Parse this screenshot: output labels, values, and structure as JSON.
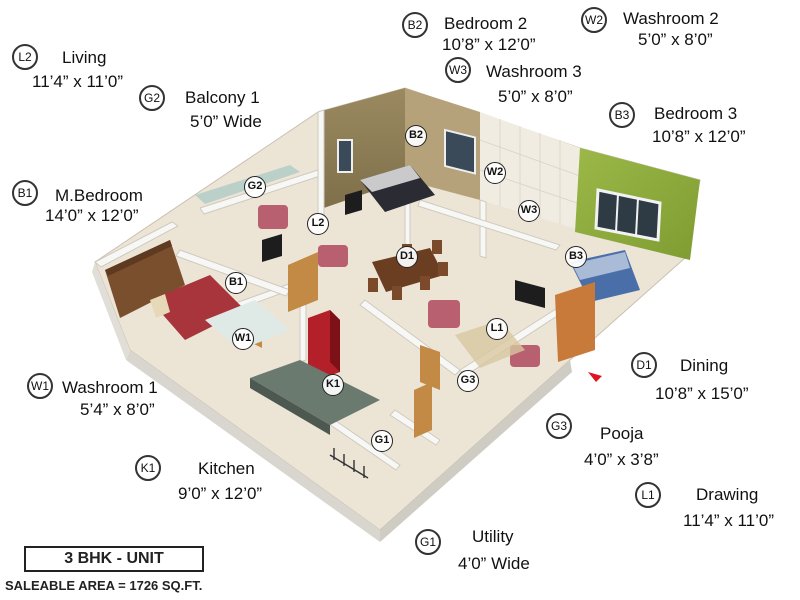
{
  "legend": [
    {
      "code": "L2",
      "name": "Living",
      "dims": "11’4” x 11’0”"
    },
    {
      "code": "G2",
      "name": "Balcony 1",
      "dims": "5’0” Wide"
    },
    {
      "code": "B1",
      "name": "M.Bedroom",
      "dims": "14’0” x 12’0”"
    },
    {
      "code": "W1",
      "name": "Washroom 1",
      "dims": "5’4” x 8’0”"
    },
    {
      "code": "K1",
      "name": "Kitchen",
      "dims": "9’0” x 12’0”"
    },
    {
      "code": "G1",
      "name": "Utility",
      "dims": "4’0” Wide"
    },
    {
      "code": "B2",
      "name": "Bedroom 2",
      "dims": "10’8” x 12’0”"
    },
    {
      "code": "W3",
      "name": "Washroom 3",
      "dims": "5’0” x 8’0”"
    },
    {
      "code": "W2",
      "name": "Washroom 2",
      "dims": "5’0” x 8’0”"
    },
    {
      "code": "B3",
      "name": "Bedroom 3",
      "dims": "10’8” x 12’0”"
    },
    {
      "code": "D1",
      "name": "Dining",
      "dims": "10’8” x 15’0”"
    },
    {
      "code": "G3",
      "name": "Pooja",
      "dims": "4’0” x 3’8”"
    },
    {
      "code": "L1",
      "name": "Drawing",
      "dims": "11’4” x 11’0”"
    }
  ],
  "plan_markers": [
    "B2",
    "W2",
    "W3",
    "B3",
    "G2",
    "L2",
    "D1",
    "B1",
    "W1",
    "K1",
    "L1",
    "G3",
    "G1"
  ],
  "unit_title": "3 BHK - UNIT",
  "saleable_area": "SALEABLE AREA = 1726 SQ.FT.",
  "colors": {
    "accent_wall": "#8fae3c",
    "wood_wall": "#8a7a55",
    "floor": "#efe9dc",
    "wall_top": "#f6f6f4",
    "bed_red": "#a8343c",
    "fridge": "#b3202a",
    "arrow": "#e0141e"
  }
}
